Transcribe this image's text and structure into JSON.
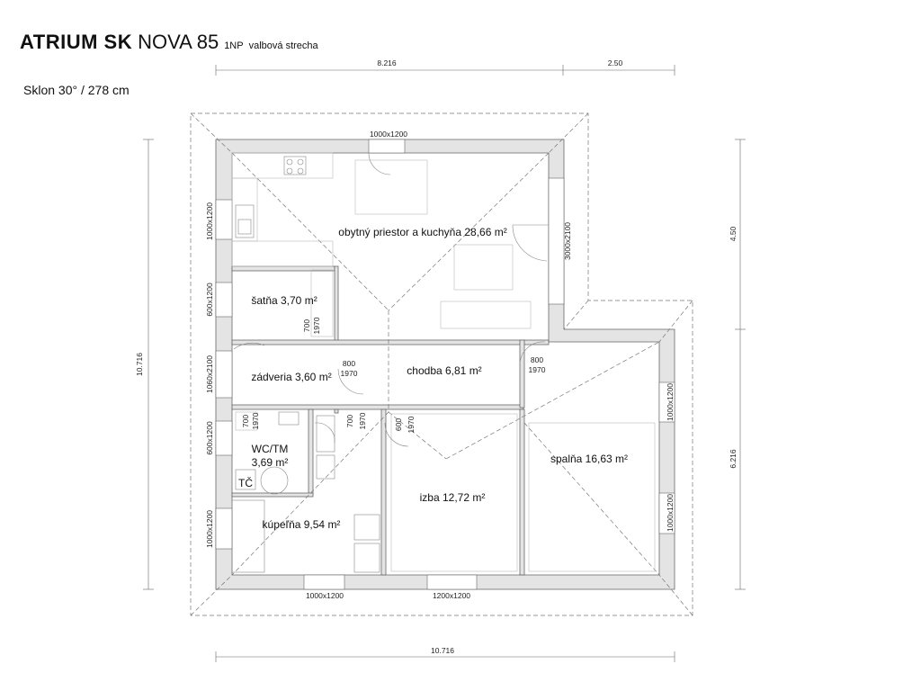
{
  "header": {
    "brand": "ATRIUM SK",
    "model": "NOVA 85",
    "floor": "1NP",
    "roof": "valbová strecha",
    "slope": "Sklon 30° / 278 cm"
  },
  "dimensions": {
    "top_left": "8.216",
    "top_right": "2.50",
    "bottom": "10.716",
    "left": "10.716",
    "right_top": "4.50",
    "right_bottom": "6.216"
  },
  "rooms": {
    "living": "obytný priestor a kuchyňa 28,66 m²",
    "closet": "šatňa 3,70 m²",
    "entry": "zádveria 3,60 m²",
    "hall": "chodba 6,81 m²",
    "wc": "WC/TM",
    "wc_area": "3,69 m²",
    "bath": "kúpeľňa 9,54 m²",
    "room": "izba 12,72 m²",
    "bedroom": "spalňa 16,63 m²",
    "tc": "TČ"
  },
  "windows": {
    "top": "1000x1200",
    "living_left": "1000x1200",
    "living_right": "3000x2100",
    "closet_left": "600x1200",
    "entry_left": "1060x2100",
    "wc_left": "600x1200",
    "bath_left": "1000x1200",
    "bath_bottom": "1000x1200",
    "room_bottom": "1200x1200",
    "bed_right_top": "1000x1200",
    "bed_right_bottom": "1000x1200"
  },
  "doors": {
    "closet_w": "700",
    "closet_h": "1970",
    "entry_w": "800",
    "entry_h": "1970",
    "bed_w": "800",
    "bed_h": "1970",
    "wc_w": "700",
    "wc_h": "1970",
    "bath_w": "700",
    "bath_h": "1970",
    "room_w": "600",
    "room_h": "1970"
  }
}
